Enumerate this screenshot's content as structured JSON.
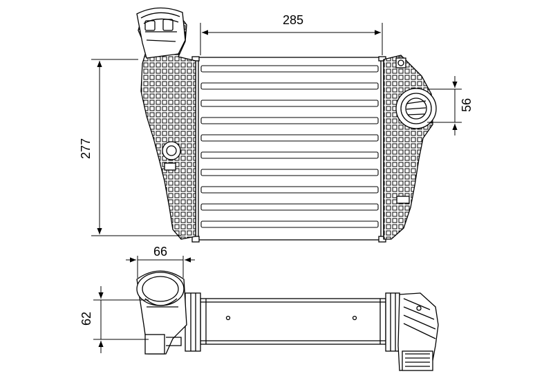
{
  "dimensions": {
    "width": "285",
    "height": "277",
    "port_diameter": "56",
    "outlet_width": "66",
    "depth": "62"
  },
  "colors": {
    "line": "#000000",
    "background": "#ffffff",
    "part_fill": "#ffffff",
    "cooler_shade": "#f2f2f2"
  }
}
